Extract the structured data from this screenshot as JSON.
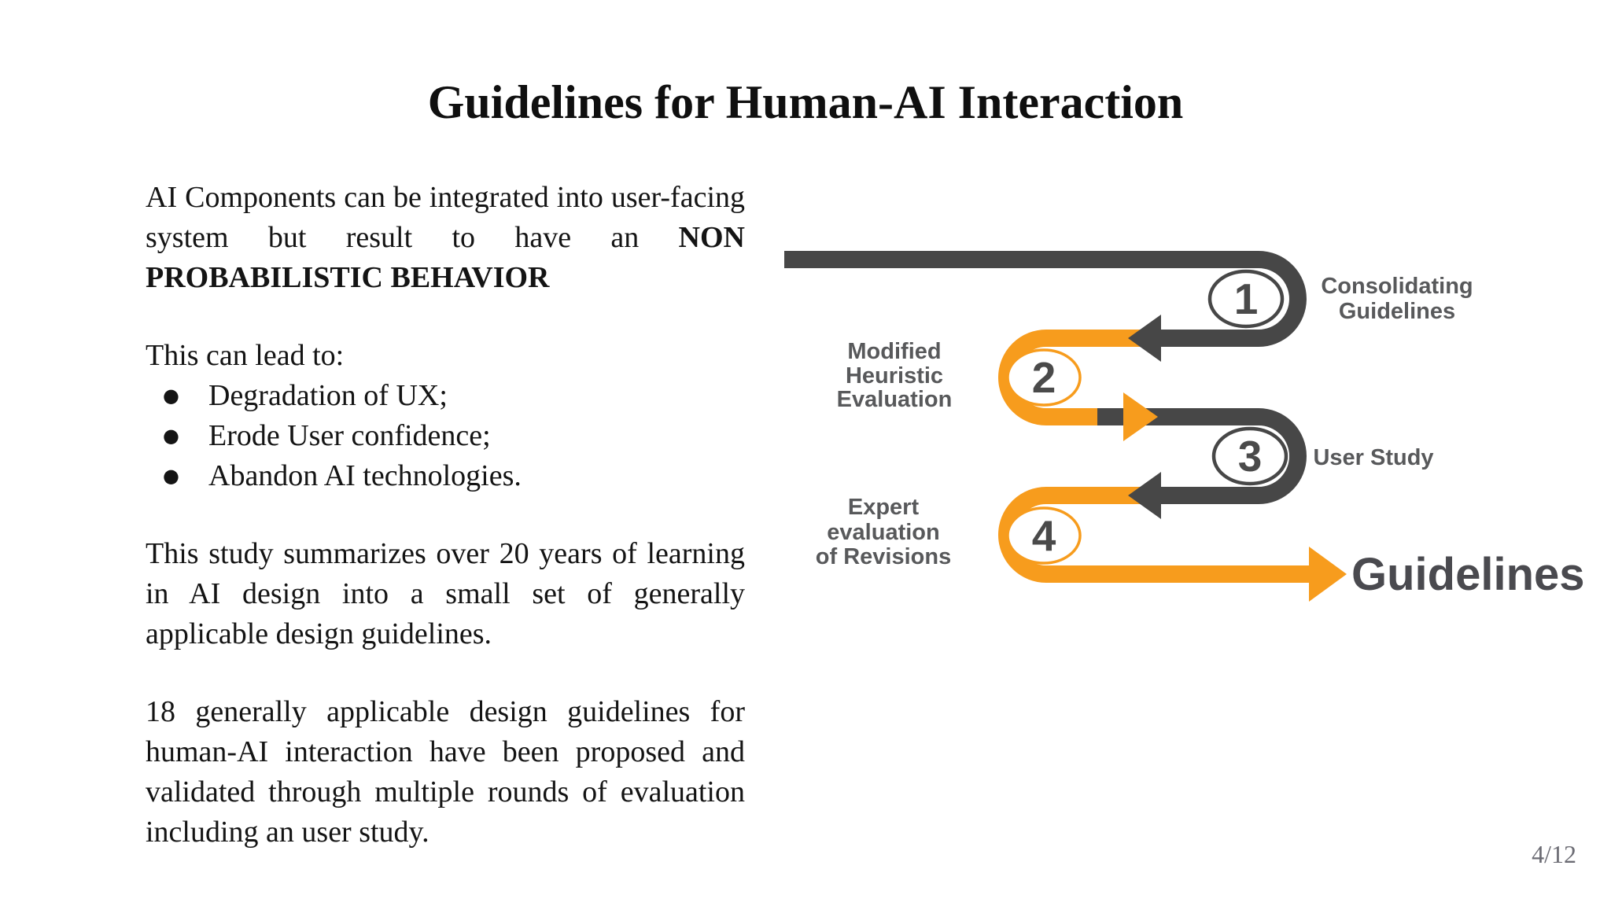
{
  "slide": {
    "title": "Guidelines for Human-AI Interaction",
    "page_number": "4/12"
  },
  "body": {
    "bullet_glyph": "●",
    "paragraph1": {
      "text_regular": "AI Components can be integrated into user-facing system but result to have an",
      "text_bold": "NON PROBABILISTIC BEHAVIOR"
    },
    "lead_in": "This can lead to:",
    "bullets": [
      "Degradation of UX;",
      "Erode User confidence;",
      "Abandon AI technologies."
    ],
    "paragraph2": "This study summarizes over 20 years of learning in AI design into a small set of generally applicable design guidelines.",
    "paragraph3": "18 generally applicable design guidelines for human-AI interaction have been proposed and validated through multiple rounds of evaluation including an user study."
  },
  "diagram": {
    "colors": {
      "dark": "#474747",
      "orange": "#F79C1D",
      "label_gray": "#58595B",
      "number_dark": "#4A4A4A",
      "result_text": "#4A4A4F"
    },
    "steps": [
      {
        "number": "1",
        "label_lines": [
          "Consolidating",
          "Guidelines"
        ]
      },
      {
        "number": "2",
        "label_lines": [
          "Modified",
          "Heuristic",
          "Evaluation"
        ]
      },
      {
        "number": "3",
        "label_lines": [
          "User Study"
        ]
      },
      {
        "number": "4",
        "label_lines": [
          "Expert",
          "evaluation",
          "of Revisions"
        ]
      }
    ],
    "result_label": "Guidelines"
  }
}
